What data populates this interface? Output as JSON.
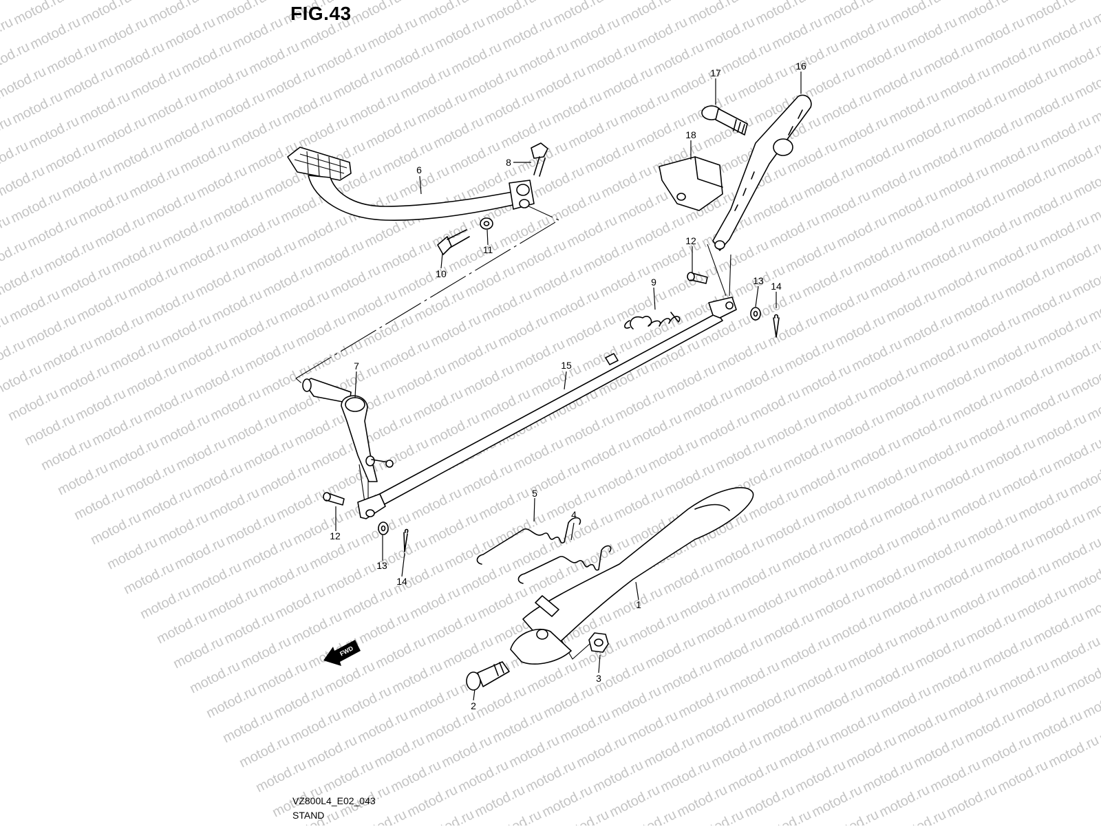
{
  "figure_title": "FIG.43",
  "diagram_code": "VZ800L4_E02_043",
  "caption": "STAND",
  "watermark": "motod.ru",
  "arrow_text": "FWD",
  "callouts": [
    "1",
    "2",
    "3",
    "4",
    "5",
    "6",
    "7",
    "8",
    "9",
    "10",
    "11",
    "12",
    "12",
    "13",
    "13",
    "14",
    "14",
    "15",
    "16",
    "17",
    "18"
  ]
}
